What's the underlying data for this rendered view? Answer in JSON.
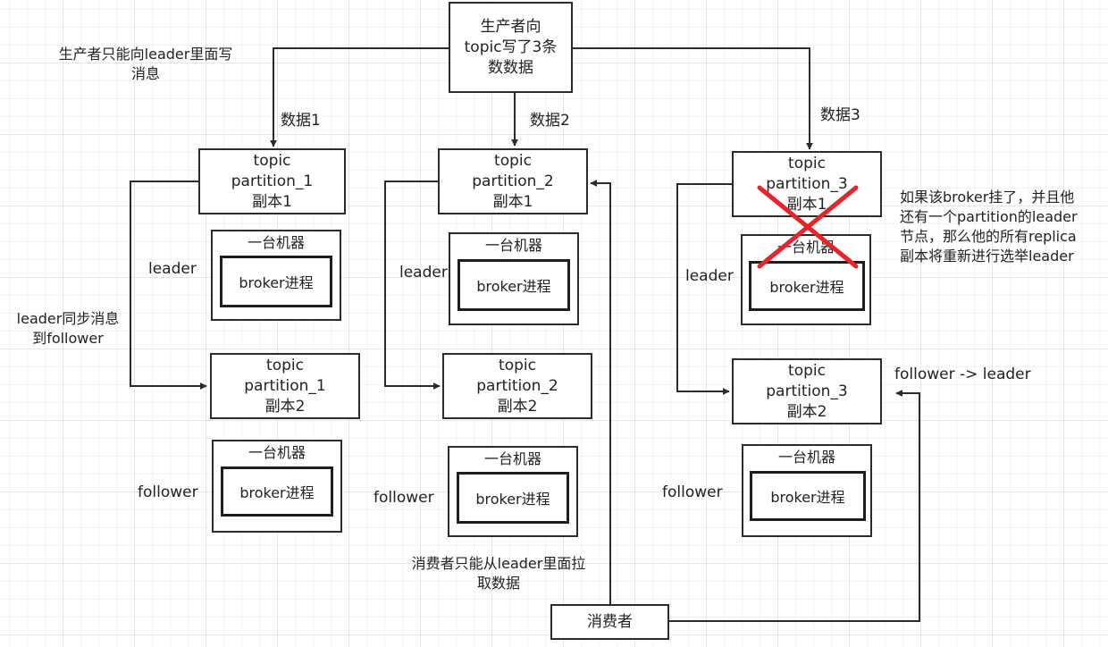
{
  "colors": {
    "line": "#2b2b2b",
    "cross": "#e8242a",
    "grid": "#e6e6e6"
  },
  "producer": {
    "line1": "生产者向",
    "line2": "topic写了3条",
    "line3": "数数据"
  },
  "consumer": {
    "label": "消费者"
  },
  "notes": {
    "producer_note_1": "生产者只能向leader里面写",
    "producer_note_2": "消息",
    "sync_1": "leader同步消息",
    "sync_2": "到follower",
    "consumer_note_1": "消费者只能从leader里面拉",
    "consumer_note_2": "取数据",
    "failover_1": "如果该broker挂了，并且他",
    "failover_2": "还有一个partition的leader",
    "failover_3": "节点，那么他的所有replica",
    "failover_4": "副本将重新进行选举leader",
    "promote": "follower -> leader"
  },
  "arrows": {
    "data1": "数据1",
    "data2": "数据2",
    "data3": "数据3"
  },
  "columns": [
    {
      "leader": {
        "line1": "topic",
        "line2": "partition_1",
        "line3": "副本1"
      },
      "leader_machine": {
        "label": "一台机器",
        "broker": "broker进程"
      },
      "leader_role": "leader",
      "follower": {
        "line1": "topic",
        "line2": "partition_1",
        "line3": "副本2"
      },
      "follower_machine": {
        "label": "一台机器",
        "broker": "broker进程"
      },
      "follower_role": "follower"
    },
    {
      "leader": {
        "line1": "topic",
        "line2": "partition_2",
        "line3": "副本1"
      },
      "leader_machine": {
        "label": "一台机器",
        "broker": "broker进程"
      },
      "leader_role": "leader",
      "follower": {
        "line1": "topic",
        "line2": "partition_2",
        "line3": "副本2"
      },
      "follower_machine": {
        "label": "一台机器",
        "broker": "broker进程"
      },
      "follower_role": "follower"
    },
    {
      "leader": {
        "line1": "topic",
        "line2": "partition_3",
        "line3": "副本1"
      },
      "leader_machine": {
        "label": "一台机器",
        "broker": "broker进程"
      },
      "leader_role": "leader",
      "follower": {
        "line1": "topic",
        "line2": "partition_3",
        "line3": "副本2"
      },
      "follower_machine": {
        "label": "一台机器",
        "broker": "broker进程"
      },
      "follower_role": "follower"
    }
  ]
}
